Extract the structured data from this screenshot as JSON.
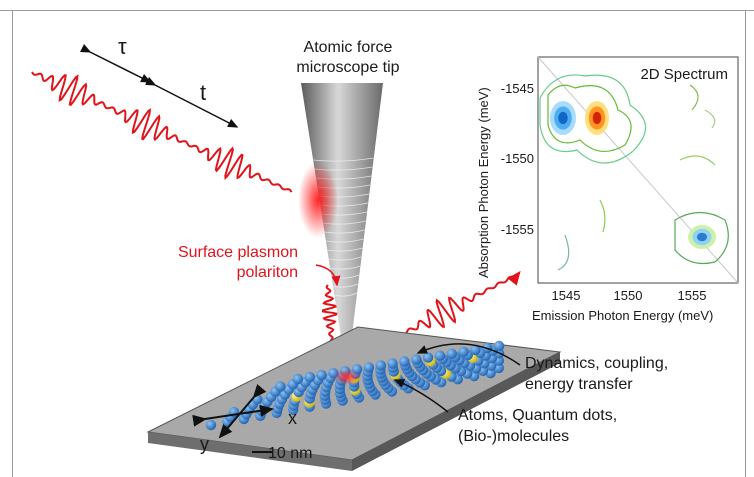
{
  "pulse_labels": {
    "tau": "τ",
    "t": "t"
  },
  "tip_label": {
    "line1": "Atomic force",
    "line2": "microscope tip"
  },
  "spp_label": {
    "line1": "Surface plasmon",
    "line2": "polariton"
  },
  "spectrum": {
    "title": "2D Spectrum",
    "ylabel": "Absorption Photon Energy (meV)",
    "xlabel": "Emission Photon Energy (meV)",
    "y_ticks": [
      "-1545",
      "-1550",
      "-1555"
    ],
    "x_ticks": [
      "1545",
      "1550",
      "1555"
    ]
  },
  "annotations": {
    "dynamics_line1": "Dynamics, coupling,",
    "dynamics_line2": "energy transfer",
    "atoms_line1": "Atoms, Quantum dots,",
    "atoms_line2": "(Bio-)molecules"
  },
  "axes": {
    "x": "x",
    "y": "y"
  },
  "scale_bar": "10 nm",
  "colors": {
    "red": "#e0141b",
    "atom_blue": "#2a78c8",
    "atom_yellow": "#e8d830",
    "slab": "#8c8c8c"
  }
}
